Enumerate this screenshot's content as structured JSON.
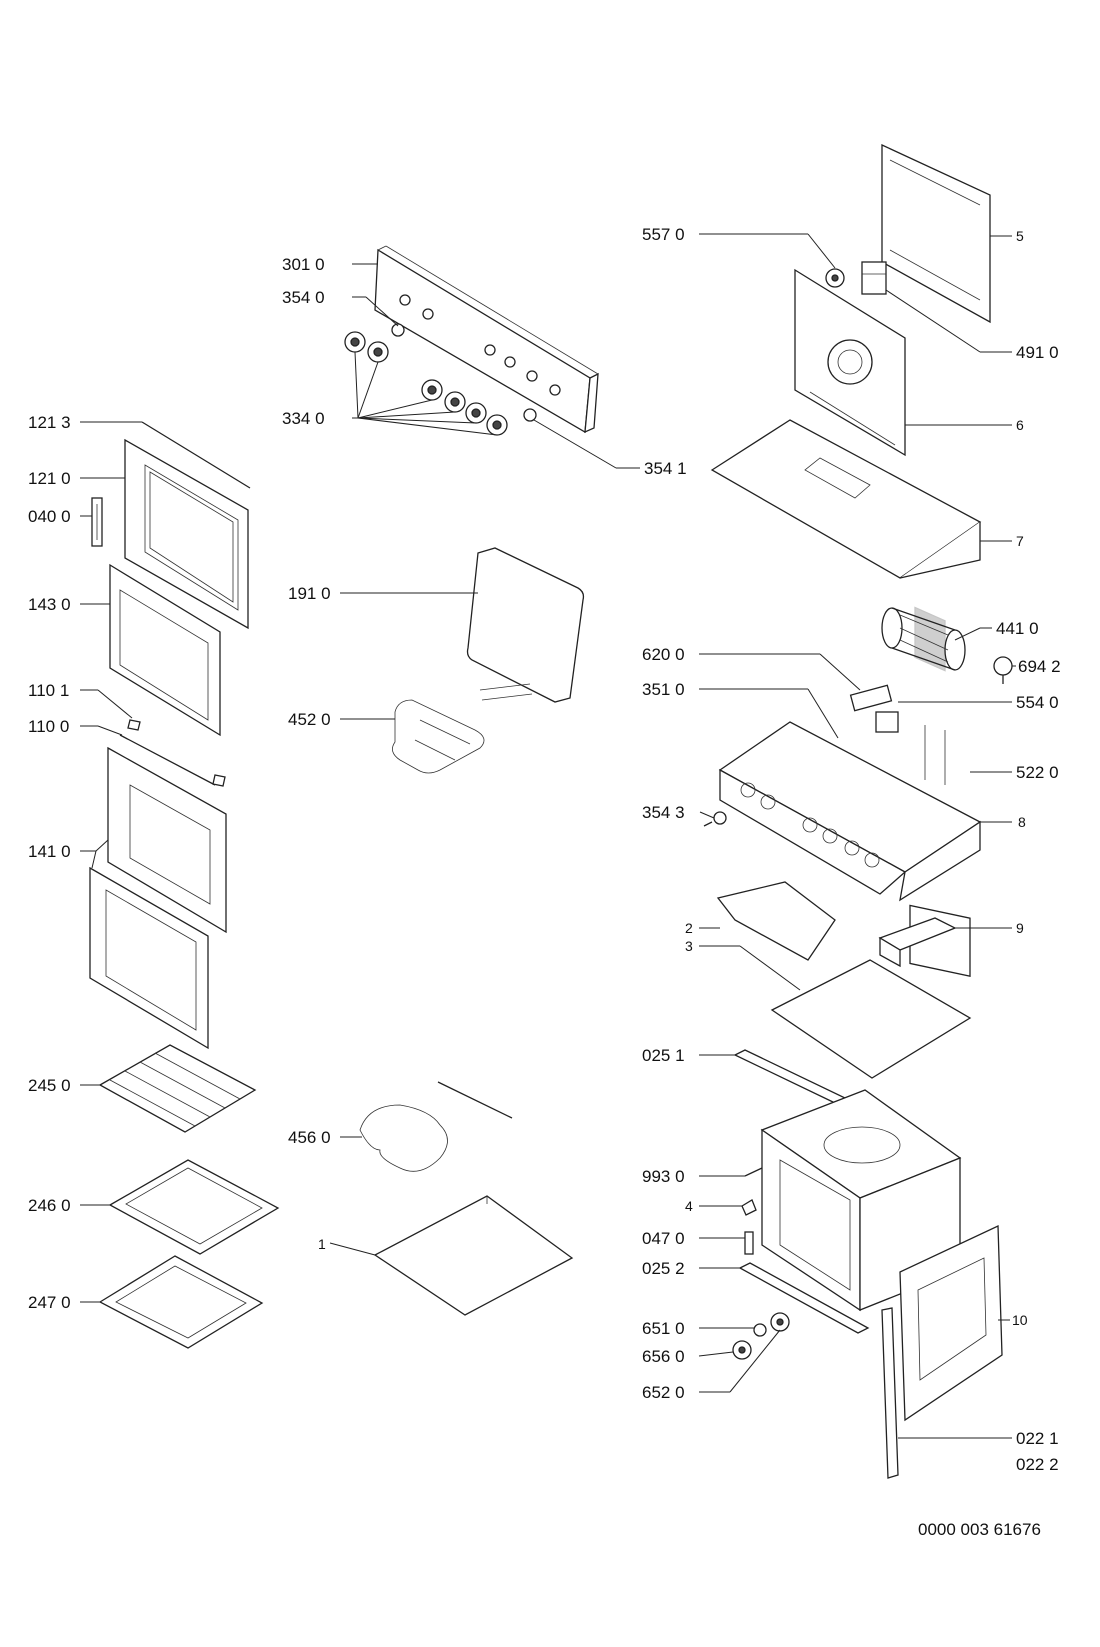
{
  "labels": {
    "l_3010": "301 0",
    "l_3540": "354 0",
    "l_3340": "334 0",
    "l_3541": "354 1",
    "l_5570": "557 0",
    "l_5": "5",
    "l_4910": "491 0",
    "l_6": "6",
    "l_7": "7",
    "l_1213": "121 3",
    "l_1210": "121 0",
    "l_0400": "040 0",
    "l_1430": "143 0",
    "l_1101": "110 1",
    "l_1100": "110 0",
    "l_1410": "141 0",
    "l_2450": "245 0",
    "l_2460": "246 0",
    "l_2470": "247 0",
    "l_1910": "191 0",
    "l_4520": "452 0",
    "l_4560": "456 0",
    "l_1": "1",
    "l_4410": "441 0",
    "l_6942": "694 2",
    "l_6200": "620 0",
    "l_3510": "351 0",
    "l_5540": "554 0",
    "l_5220": "522 0",
    "l_3543": "354 3",
    "l_8": "8",
    "l_2": "2",
    "l_9": "9",
    "l_3": "3",
    "l_0251": "025 1",
    "l_9930": "993 0",
    "l_4": "4",
    "l_0470": "047 0",
    "l_0252": "025 2",
    "l_6510": "651 0",
    "l_6560": "656 0",
    "l_6520": "652 0",
    "l_10": "10",
    "l_0221": "022 1",
    "l_0222": "022 2"
  },
  "document_number": "0000 003 61676"
}
